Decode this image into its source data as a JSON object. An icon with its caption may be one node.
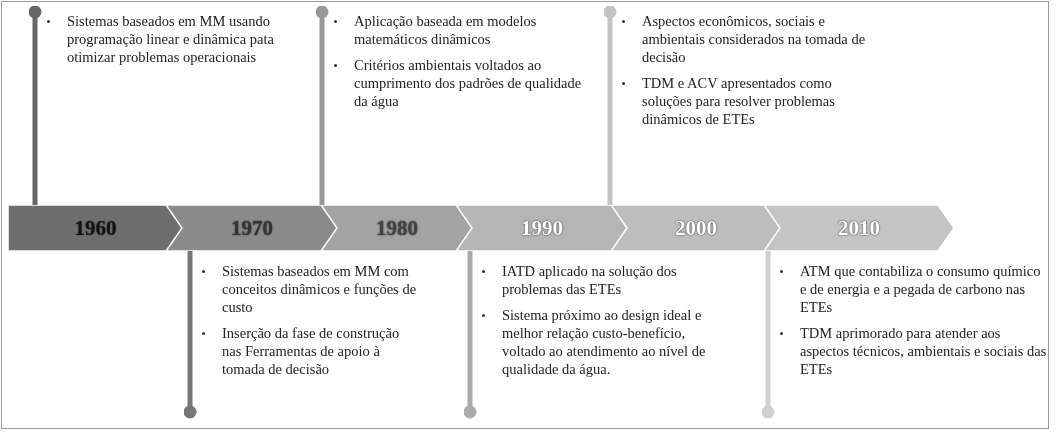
{
  "diagram": {
    "nodes": [
      {
        "text": [
          "1960"
        ]
      },
      {
        "text": [
          "1970"
        ]
      },
      {
        "text": [
          "1980"
        ]
      },
      {
        "text": [
          "1990"
        ]
      },
      {
        "text": [
          "2000"
        ]
      },
      {
        "text": [
          "2010"
        ]
      },
      {
        "text": [
          "Sistemas baseados em MM usando programação linear e dinâmica pata otimizar problemas operacionais"
        ]
      },
      {
        "text": [
          "Sistemas baseados em MM com conceitos dinâmicos e funções de custo",
          "Inserção da fase de construção nas Ferramentas de apoio à tomada de decisão"
        ]
      },
      {
        "text": [
          "Aplicação baseada em modelos matemáticos dinâmicos",
          "Critérios ambientais voltados ao cumprimento dos padrões de qualidade da água"
        ]
      },
      {
        "text": [
          "IATD aplicado na solução dos problemas das ETEs",
          "Sistema próximo ao design ideal e melhor relação custo-benefício, voltado ao atendimento ao nível de qualidade da água."
        ]
      },
      {
        "text": [
          "Aspectos econômicos, sociais e ambientais considerados na tomada de decisão",
          "TDM e ACV apresentados como soluções para resolver problemas dinâmicos de ETEs"
        ]
      },
      {
        "text": [
          "ATM que contabiliza o consumo químico e de energia e a pegada de carbono nas ETEs",
          "TDM aprimorado para atender aos aspectos técnicos, ambientais e sociais das ETEs"
        ]
      }
    ],
    "edges": [
      {
        "from": 0,
        "to": 6,
        "arrow": "other",
        "color": "#666666"
      },
      {
        "from": 1,
        "to": 7,
        "arrow": "other",
        "color": "#777777"
      },
      {
        "from": 2,
        "to": 8,
        "arrow": "other",
        "color": "#999999"
      },
      {
        "from": 3,
        "to": 9,
        "arrow": "other",
        "color": "#aaaaaa"
      },
      {
        "from": 4,
        "to": 10,
        "arrow": "other",
        "color": "#c4c4c4"
      },
      {
        "from": 5,
        "to": 11,
        "arrow": "other",
        "color": "#d0d0d0"
      }
    ]
  }
}
